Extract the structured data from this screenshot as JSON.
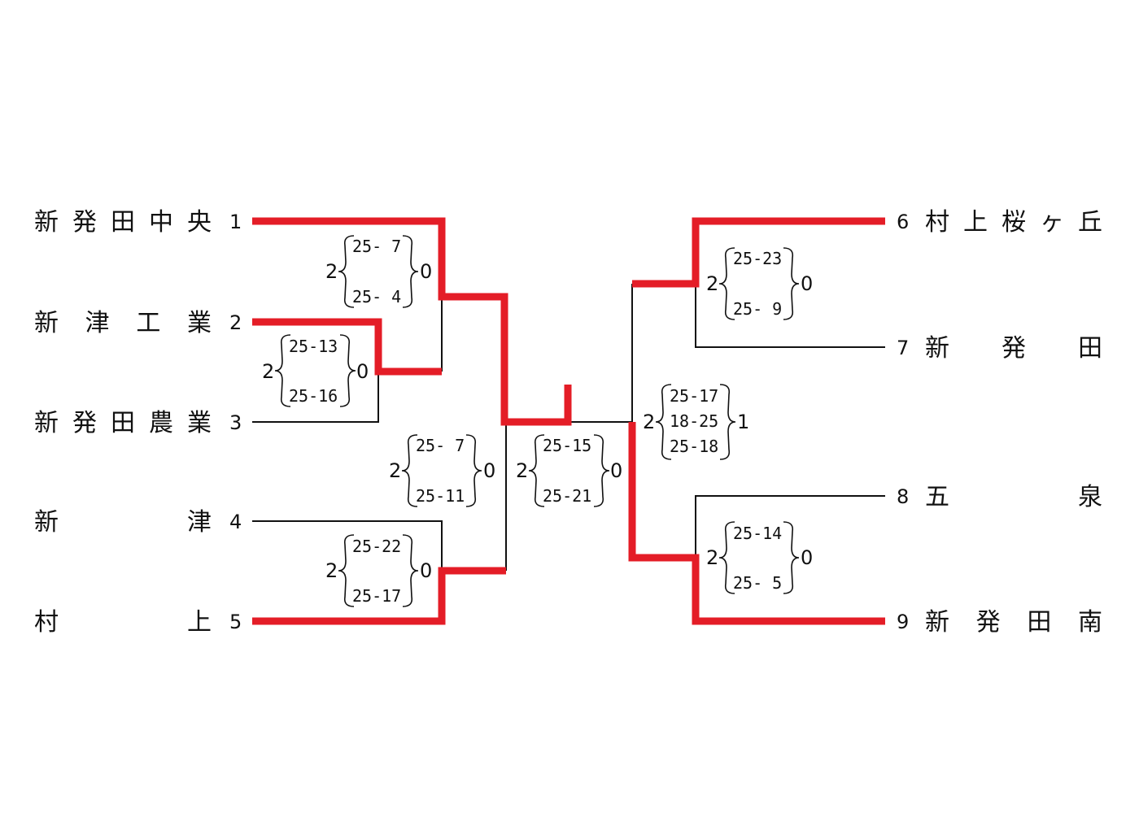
{
  "colors": {
    "winner_line": "#e41d27",
    "line": "#111111"
  },
  "teams": [
    {
      "seed": "1",
      "name": "新発田中央"
    },
    {
      "seed": "2",
      "name": "新津工業"
    },
    {
      "seed": "3",
      "name": "新発田農業"
    },
    {
      "seed": "4",
      "name": "新津"
    },
    {
      "seed": "5",
      "name": "村上"
    },
    {
      "seed": "6",
      "name": "村上桜ヶ丘"
    },
    {
      "seed": "7",
      "name": "新発田"
    },
    {
      "seed": "8",
      "name": "五泉"
    },
    {
      "seed": "9",
      "name": "新発田南"
    }
  ],
  "matches": [
    {
      "id": "m1",
      "winner_sets": "2",
      "loser_sets": "0",
      "sets": [
        "25- 7",
        "25- 4"
      ]
    },
    {
      "id": "m2",
      "winner_sets": "2",
      "loser_sets": "0",
      "sets": [
        "25-13",
        "25-16"
      ]
    },
    {
      "id": "m3",
      "winner_sets": "2",
      "loser_sets": "0",
      "sets": [
        "25- 7",
        "25-11"
      ]
    },
    {
      "id": "m4",
      "winner_sets": "2",
      "loser_sets": "0",
      "sets": [
        "25-22",
        "25-17"
      ]
    },
    {
      "id": "m5",
      "winner_sets": "2",
      "loser_sets": "0",
      "sets": [
        "25-15",
        "25-21"
      ]
    },
    {
      "id": "m6",
      "winner_sets": "2",
      "loser_sets": "0",
      "sets": [
        "25-23",
        "25- 9"
      ]
    },
    {
      "id": "m7",
      "winner_sets": "2",
      "loser_sets": "1",
      "sets": [
        "25-17",
        "18-25",
        "25-18"
      ]
    },
    {
      "id": "m8",
      "winner_sets": "2",
      "loser_sets": "0",
      "sets": [
        "25-14",
        "25- 5"
      ]
    }
  ]
}
